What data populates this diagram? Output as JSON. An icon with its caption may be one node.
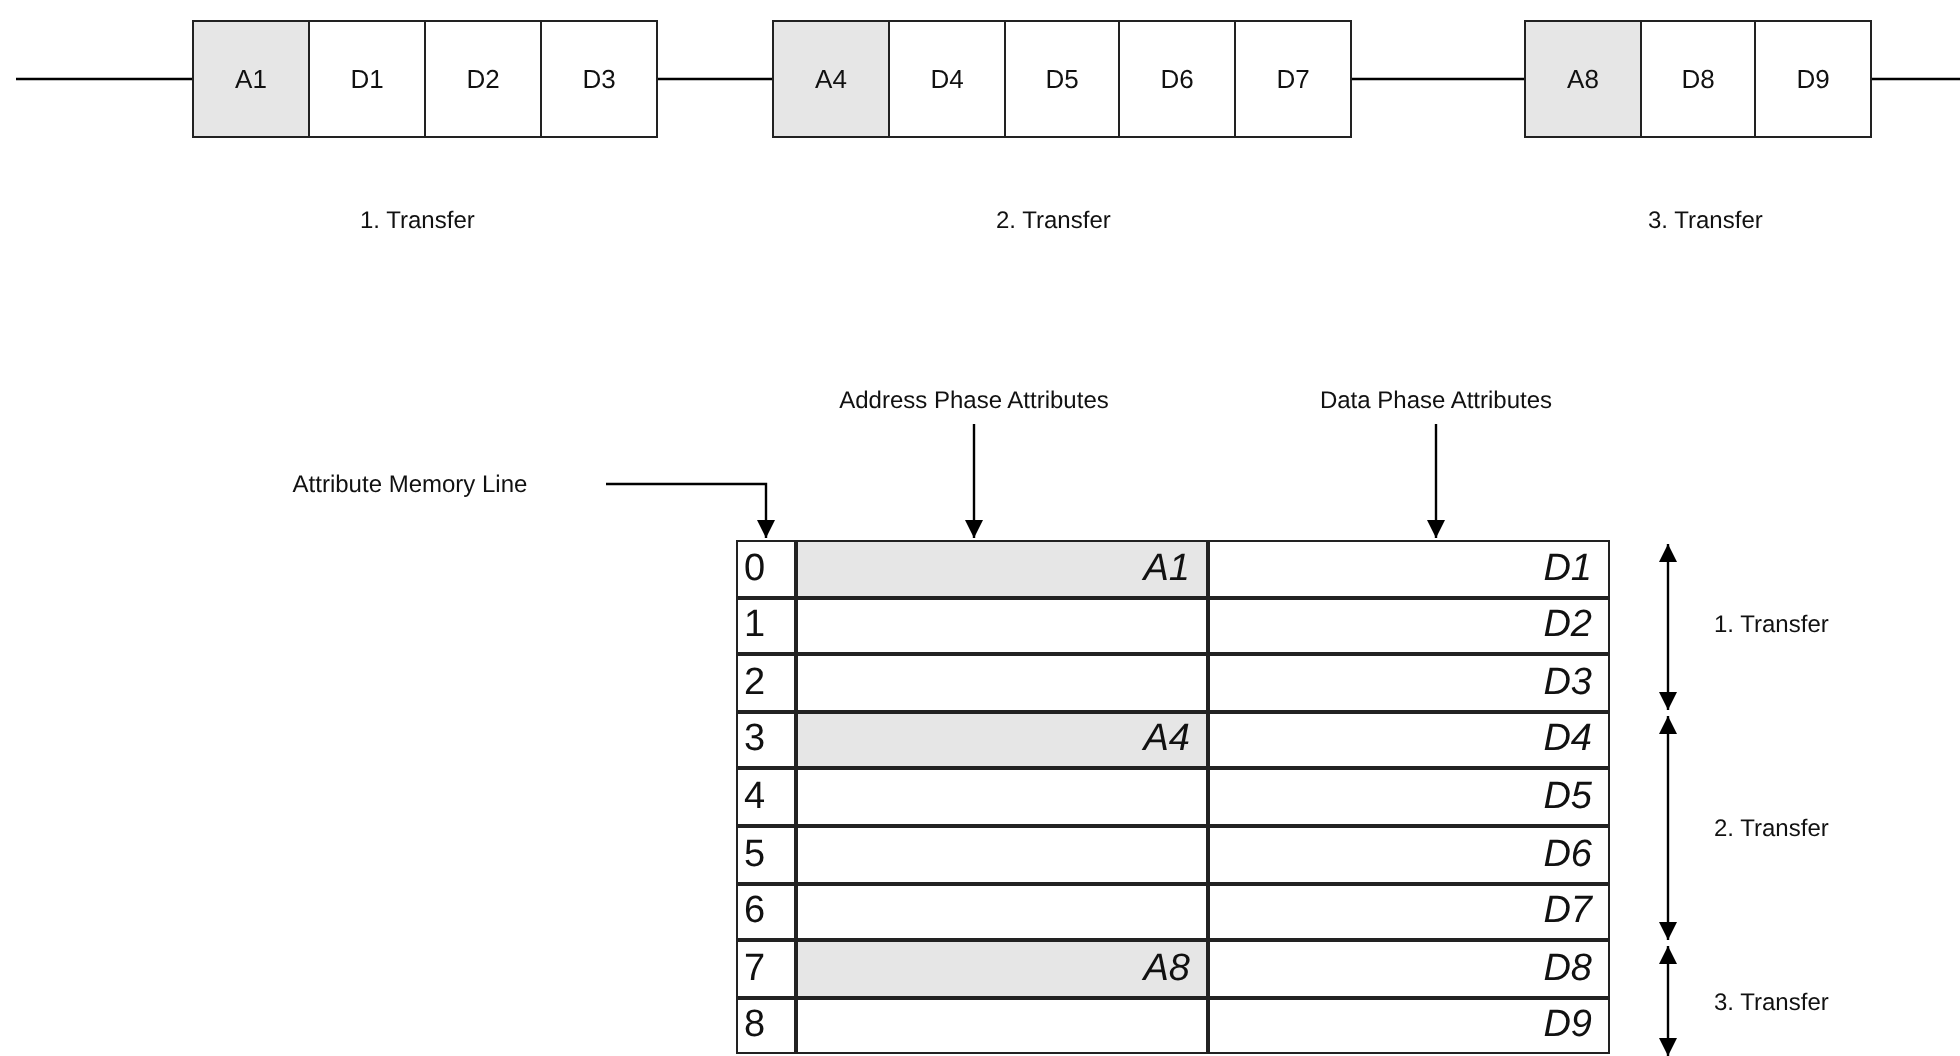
{
  "diagram": {
    "nodes": [
      {
        "text": [
          "A1"
        ]
      },
      {
        "text": [
          "D1"
        ]
      },
      {
        "text": [
          "D2"
        ]
      },
      {
        "text": [
          "D3"
        ]
      },
      {
        "text": [
          "A4"
        ]
      },
      {
        "text": [
          "D4"
        ]
      },
      {
        "text": [
          "D5"
        ]
      },
      {
        "text": [
          "D6"
        ]
      },
      {
        "text": [
          "D7"
        ]
      },
      {
        "text": [
          "A8"
        ]
      },
      {
        "text": [
          "D8"
        ]
      },
      {
        "text": [
          "D9"
        ]
      },
      {
        "text": [
          "Address Phase Attributes"
        ]
      },
      {
        "text": [
          "Data Phase Attributes"
        ]
      },
      {
        "text": [
          "Attribute Memory Line"
        ]
      },
      {
        "text": [
          "0"
        ]
      },
      {
        "text": [
          "A1"
        ]
      },
      {
        "text": [
          "D1"
        ]
      },
      {
        "text": [
          "1"
        ]
      },
      {
        "text": [],
        "shape": "box"
      },
      {
        "text": [
          "D2"
        ]
      },
      {
        "text": [
          "2"
        ]
      },
      {
        "text": [],
        "shape": "box"
      },
      {
        "text": [
          "D3"
        ]
      },
      {
        "text": [
          "3"
        ]
      },
      {
        "text": [
          "A4"
        ]
      },
      {
        "text": [
          "D4"
        ]
      },
      {
        "text": [
          "4"
        ]
      },
      {
        "text": [],
        "shape": "box"
      },
      {
        "text": [
          "D5"
        ]
      },
      {
        "text": [
          "5"
        ]
      },
      {
        "text": [],
        "shape": "box"
      },
      {
        "text": [
          "D6"
        ]
      },
      {
        "text": [
          "6"
        ]
      },
      {
        "text": [],
        "shape": "box"
      },
      {
        "text": [
          "D7"
        ]
      },
      {
        "text": [
          "7"
        ]
      },
      {
        "text": [
          "A8"
        ]
      },
      {
        "text": [
          "D8"
        ]
      },
      {
        "text": [
          "8"
        ]
      },
      {
        "text": [],
        "shape": "box"
      },
      {
        "text": [
          "D9"
        ]
      }
    ],
    "edges": [
      {
        "from": null,
        "to": 0,
        "arrow": "none"
      },
      {
        "from": 3,
        "to": 4,
        "arrow": "none"
      },
      {
        "from": 8,
        "to": 9,
        "arrow": "none"
      },
      {
        "from": 11,
        "to": null,
        "arrow": "none"
      },
      {
        "from": 12,
        "to": 16,
        "arrow": "to"
      },
      {
        "from": 13,
        "to": 17,
        "arrow": "to"
      },
      {
        "from": 14,
        "to": 15,
        "arrow": "to"
      }
    ],
    "labels": [
      "1. Transfer",
      "2. Transfer",
      "3. Transfer",
      "1. Transfer",
      "2. Transfer",
      "3. Transfer"
    ]
  }
}
